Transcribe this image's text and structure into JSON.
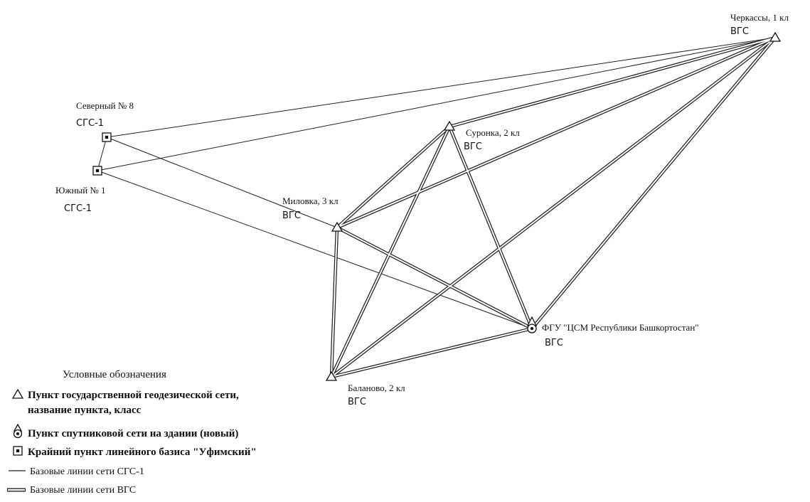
{
  "stations": {
    "cherkassy": {
      "name": "Черкассы, 1 кл",
      "class": "ВГС"
    },
    "suronka": {
      "name": "Суронка, 2 кл",
      "class": "ВГС"
    },
    "milovka": {
      "name": "Миловка, 3 кл",
      "class": "ВГС"
    },
    "balanovo": {
      "name": "Баланово, 2 кл",
      "class": "ВГС"
    },
    "fgu": {
      "name": "ФГУ \"ЦСМ Республики Башкортостан\"",
      "class": "ВГС"
    },
    "severny": {
      "name": "Северный № 8",
      "class": "СГС-1"
    },
    "yuzhny": {
      "name": "Южный № 1",
      "class": "СГС-1"
    }
  },
  "legend": {
    "title": "Условные обозначения",
    "state_point_line1": "Пункт государственной геодезической сети,",
    "state_point_line2": "название пункта, класс",
    "satellite_point": "Пункт спутниковой сети на здании (новый)",
    "base_end_point": "Крайний пункт линейного базиса \"Уфимский\"",
    "sgs_lines": "Базовые линии сети СГС-1",
    "vgs_lines": "Базовые линии сети ВГС"
  }
}
